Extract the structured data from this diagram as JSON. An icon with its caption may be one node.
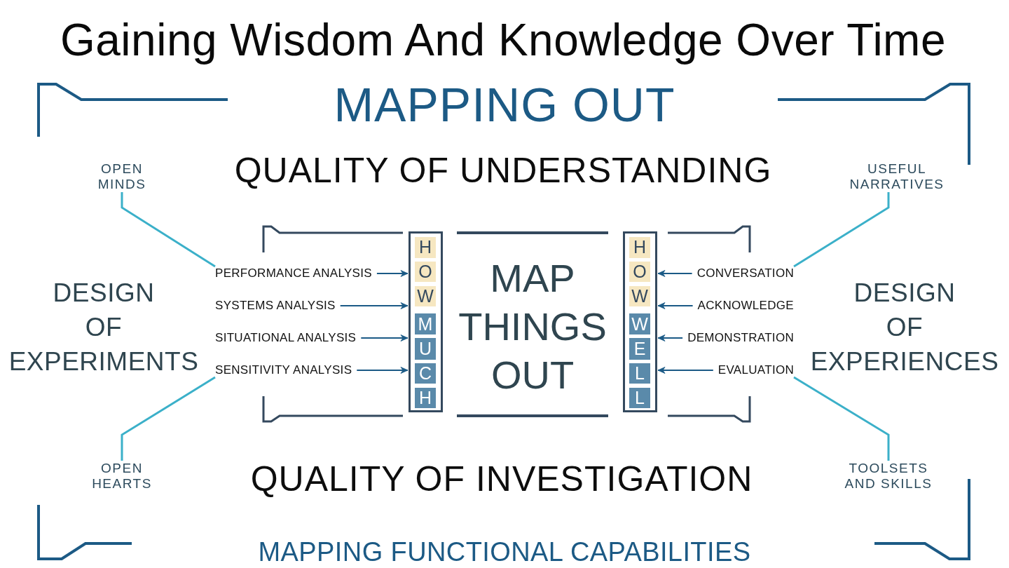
{
  "diagram": {
    "title": "Gaining Wisdom And Knowledge Over Time",
    "nodes": [
      {
        "text": [
          "OPEN MINDS"
        ]
      },
      {
        "text": [
          "USEFUL NARRATIVES"
        ]
      },
      {
        "text": [
          "PERFORMANCE ANALYSIS"
        ]
      },
      {
        "text": [
          "SYSTEMS ANALYSIS"
        ]
      },
      {
        "text": [
          "SITUATIONAL ANALYSIS"
        ]
      },
      {
        "text": [
          "SENSITIVITY ANALYSIS"
        ]
      },
      {
        "text": [
          "HOW",
          "MUCH"
        ]
      },
      {
        "text": [
          "MAP THINGS OUT"
        ]
      },
      {
        "text": [
          "HOW",
          "WELL"
        ]
      },
      {
        "text": [
          "CONVERSATION"
        ]
      },
      {
        "text": [
          "ACKNOWLEDGE"
        ]
      },
      {
        "text": [
          "DEMONSTRATION"
        ]
      },
      {
        "text": [
          "EVALUATION"
        ]
      },
      {
        "text": [
          "OPEN HEARTS"
        ]
      },
      {
        "text": [
          "TOOLSETS AND SKILLS"
        ]
      }
    ],
    "edges": [
      {
        "from": 2,
        "to": 6,
        "arrow": "to"
      },
      {
        "from": 3,
        "to": 6,
        "arrow": "to"
      },
      {
        "from": 4,
        "to": 6,
        "arrow": "to"
      },
      {
        "from": 5,
        "to": 6,
        "arrow": "to"
      },
      {
        "from": 9,
        "to": 8,
        "arrow": "to"
      },
      {
        "from": 10,
        "to": 8,
        "arrow": "to"
      },
      {
        "from": 11,
        "to": 8,
        "arrow": "to"
      },
      {
        "from": 12,
        "to": 8,
        "arrow": "to"
      },
      {
        "from": 0,
        "to": 2,
        "arrow": "none",
        "color": "#3bb0c9"
      },
      {
        "from": 1,
        "to": 9,
        "arrow": "none",
        "color": "#3bb0c9"
      },
      {
        "from": 13,
        "to": 5,
        "arrow": "none",
        "color": "#3bb0c9"
      },
      {
        "from": 14,
        "to": 12,
        "arrow": "none",
        "color": "#3bb0c9"
      }
    ],
    "labels": [
      "MAPPING OUT",
      "QUALITY OF UNDERSTANDING",
      "DESIGN OF EXPERIMENTS",
      "DESIGN OF EXPERIENCES",
      "QUALITY OF INVESTIGATION",
      "MAPPING FUNCTIONAL CAPABILITIES"
    ]
  }
}
